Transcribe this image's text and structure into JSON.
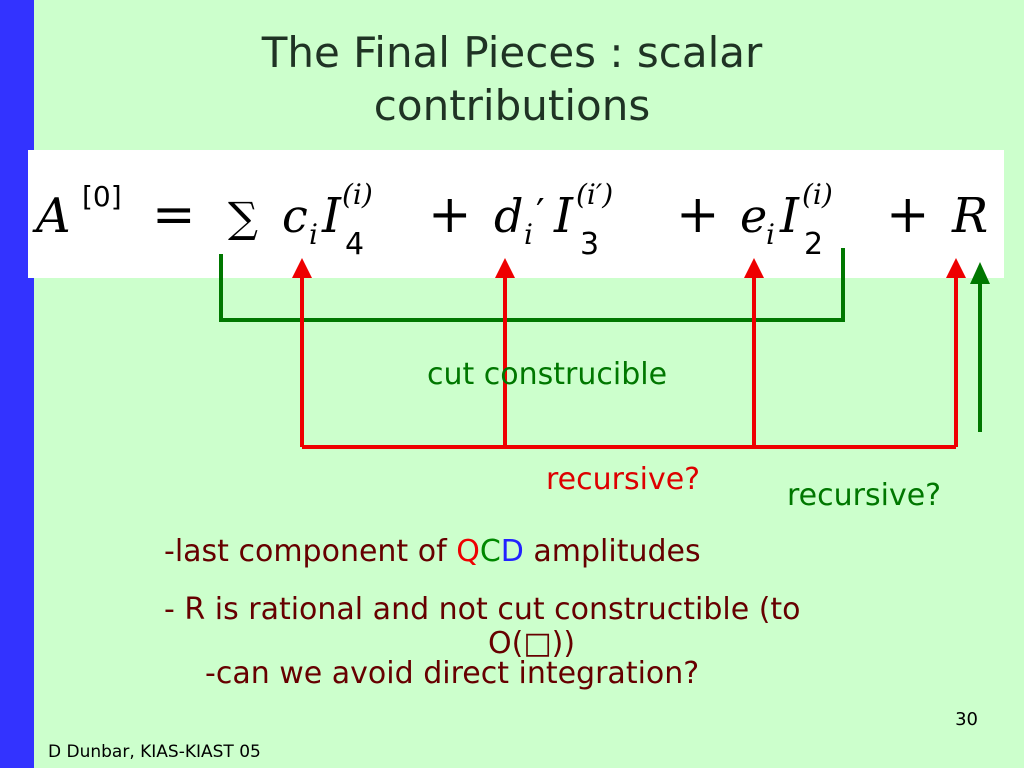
{
  "slide": {
    "title_line1": "The Final Pieces : scalar",
    "title_line2": "contributions",
    "formula": {
      "lhs_A": "A",
      "lhs_sup": "[0]",
      "equals": "=",
      "sum": "∑",
      "c": "c",
      "i": "i",
      "I": "I",
      "four": "4",
      "sup_i": "(i)",
      "plus": "+",
      "d": "d",
      "prime": "′",
      "three": "3",
      "sup_iprime": "(i′)",
      "e": "e",
      "two": "2",
      "R": "R"
    },
    "labels": {
      "cut_constructible": "cut construcible",
      "recursive_red": "recursive?",
      "recursive_green": "recursive?"
    },
    "bullets": {
      "b1_prefix": "-last component of ",
      "b1_q": "Q",
      "b1_c": "C",
      "b1_d": "D",
      "b1_suffix": " amplitudes",
      "b2_line1": "- R is rational and not cut constructible (to",
      "b2_line2": "O(□))",
      "b3": "-can we avoid direct integration?"
    },
    "slide_number": "30",
    "footer": "D Dunbar, KIAS-KIAST 05",
    "colors": {
      "background": "#ccffcc",
      "side_bar": "#3333ff",
      "title": "#1f3324",
      "green": "#007700",
      "red": "#ee0000",
      "bullet_text": "#660000"
    }
  }
}
